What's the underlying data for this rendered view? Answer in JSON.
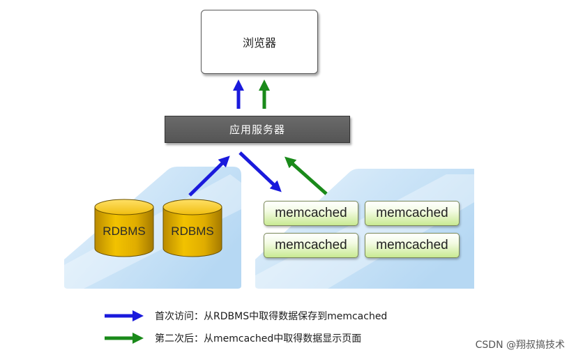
{
  "nodes": {
    "browser": "浏览器",
    "app_server": "应用服务器",
    "databases": [
      "RDBMS",
      "RDBMS"
    ],
    "caches": [
      "memcached",
      "memcached",
      "memcached",
      "memcached"
    ]
  },
  "legend": {
    "first_visit": "首次访问：从RDBMS中取得数据保存到memcached",
    "second_visit": "第二次后：从memcached中取得数据显示页面"
  },
  "watermark": "CSDN @翔叔搞技术",
  "colors": {
    "first_visit_arrow": "#1a1adc",
    "second_visit_arrow": "#1a8a1a",
    "panel_blue": "#cfe6f8",
    "cylinder_gold": "#e8b400",
    "app_server": "#595959",
    "cache_green": "#c9ea93"
  }
}
